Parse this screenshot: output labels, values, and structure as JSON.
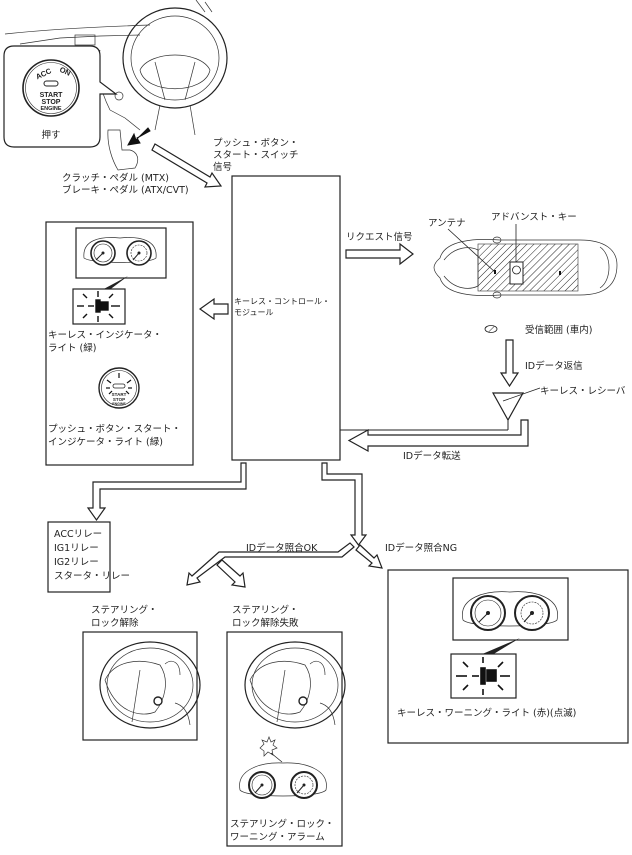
{
  "inset": {
    "button_top_left": "ACC",
    "button_top_right": "ON",
    "button_lines": [
      "START",
      "STOP",
      "ENGINE"
    ],
    "action": "押す"
  },
  "labels": {
    "push_button_signal": [
      "プッシュ・ボタン・",
      "スタート・スイッチ",
      "信号"
    ],
    "pedal": [
      "クラッチ・ペダル (MTX)",
      "ブレーキ・ペダル (ATX/CVT)"
    ],
    "module": [
      "キーレス・コントロール・",
      "モジュール"
    ],
    "request_signal": "リクエスト信号",
    "antenna": "アンテナ",
    "advanced_key": "アドバンスト・キー",
    "reception_range": "受信範囲 (車内)",
    "id_return": "IDデータ返信",
    "keyless_receiver": "キーレス・レシーバ",
    "id_transfer": "IDデータ転送",
    "id_ok": "IDデータ照合OK",
    "id_ng": "IDデータ照合NG"
  },
  "indicator_box": {
    "keyless_indicator": [
      "キーレス・インジケータ・",
      "ライト (緑)"
    ],
    "push_button_indicator": [
      "プッシュ・ボタン・スタート・",
      "インジケータ・ライト (緑)"
    ],
    "mini_button_lines": [
      "START",
      "STOP",
      "ENGINE"
    ]
  },
  "relay_box": {
    "items": [
      "ACCリレー",
      "IG1リレー",
      "IG2リレー",
      "スタータ・リレー"
    ]
  },
  "steering_unlock": {
    "title": [
      "ステアリング・",
      "ロック解除"
    ]
  },
  "steering_unlock_fail": {
    "title": [
      "ステアリング・",
      "ロック解除失敗"
    ],
    "alarm": [
      "ステアリング・ロック・",
      "ワーニング・アラーム"
    ]
  },
  "warning_box": {
    "caption": "キーレス・ワーニング・ライト (赤)(点滅)"
  },
  "colors": {
    "line": "#222222",
    "background": "#ffffff"
  }
}
